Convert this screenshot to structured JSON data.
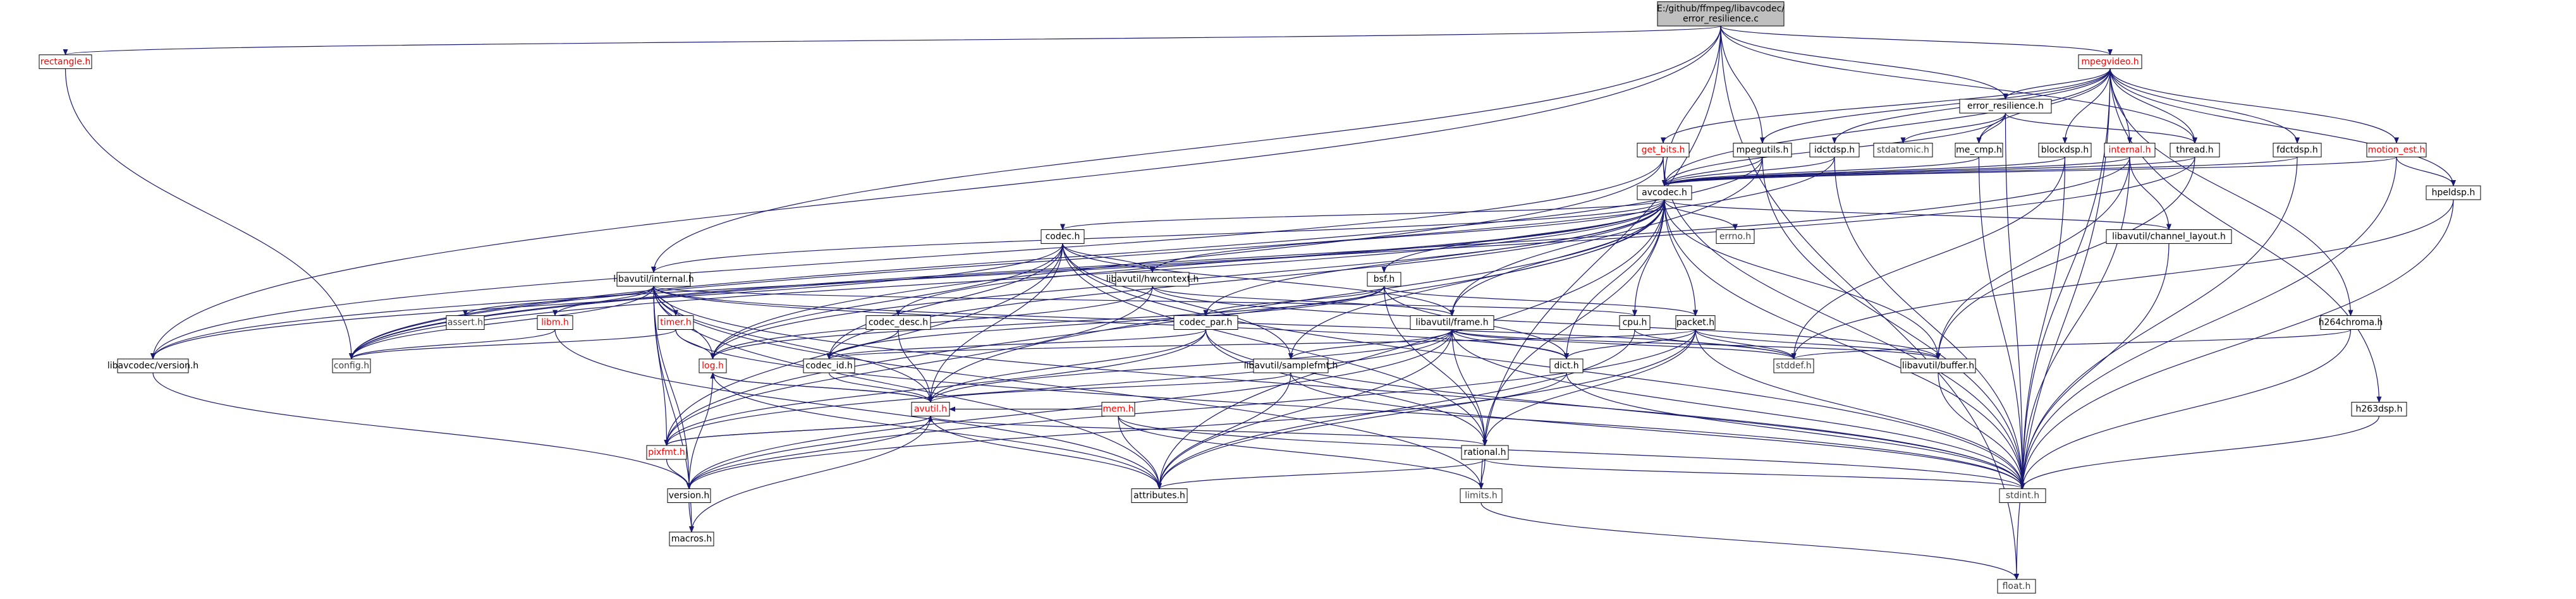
{
  "graph_title": "Include dependency graph for error_resilience.c",
  "colors": {
    "root_fill": "#bfbfbf",
    "node_fill": "#ffffff",
    "node_border": "#000000",
    "incomplete_border": "#ff0000",
    "edge": "#191970",
    "text_normal": "#000000",
    "text_incomplete": "#ff0000",
    "system_text": "#3f3f3f"
  },
  "nodes": [
    {
      "id": "root",
      "label": "E:/github/ffmpeg/libavcodec/error_resilience.c",
      "style": "root"
    },
    {
      "id": "rectangle",
      "label": "rectangle.h",
      "style": "incomplete"
    },
    {
      "id": "mpegvideo",
      "label": "mpegvideo.h",
      "style": "incomplete"
    },
    {
      "id": "error_res_h",
      "label": "error_resilience.h",
      "style": "normal"
    },
    {
      "id": "get_bits",
      "label": "get_bits.h",
      "style": "incomplete"
    },
    {
      "id": "mpegutils",
      "label": "mpegutils.h",
      "style": "normal"
    },
    {
      "id": "idctdsp",
      "label": "idctdsp.h",
      "style": "normal"
    },
    {
      "id": "stdatomic",
      "label": "stdatomic.h",
      "style": "system"
    },
    {
      "id": "me_cmp",
      "label": "me_cmp.h",
      "style": "normal"
    },
    {
      "id": "blockdsp",
      "label": "blockdsp.h",
      "style": "normal"
    },
    {
      "id": "internal",
      "label": "internal.h",
      "style": "incomplete"
    },
    {
      "id": "thread",
      "label": "thread.h",
      "style": "normal"
    },
    {
      "id": "fdctdsp",
      "label": "fdctdsp.h",
      "style": "normal"
    },
    {
      "id": "motion_est",
      "label": "motion_est.h",
      "style": "incomplete"
    },
    {
      "id": "hpeldsp",
      "label": "hpeldsp.h",
      "style": "normal"
    },
    {
      "id": "avcodec",
      "label": "avcodec.h",
      "style": "normal"
    },
    {
      "id": "codec",
      "label": "codec.h",
      "style": "normal"
    },
    {
      "id": "errno",
      "label": "errno.h",
      "style": "system"
    },
    {
      "id": "channel_layout",
      "label": "libavutil/channel_layout.h",
      "style": "normal"
    },
    {
      "id": "lavu_internal",
      "label": "libavutil/internal.h",
      "style": "normal"
    },
    {
      "id": "hwcontext",
      "label": "libavutil/hwcontext.h",
      "style": "normal"
    },
    {
      "id": "bsf",
      "label": "bsf.h",
      "style": "normal"
    },
    {
      "id": "assert",
      "label": "assert.h",
      "style": "system"
    },
    {
      "id": "libm",
      "label": "libm.h",
      "style": "incomplete"
    },
    {
      "id": "timer",
      "label": "timer.h",
      "style": "incomplete"
    },
    {
      "id": "codec_desc",
      "label": "codec_desc.h",
      "style": "normal"
    },
    {
      "id": "codec_par",
      "label": "codec_par.h",
      "style": "normal"
    },
    {
      "id": "frame",
      "label": "libavutil/frame.h",
      "style": "normal"
    },
    {
      "id": "cpu",
      "label": "cpu.h",
      "style": "normal"
    },
    {
      "id": "packet",
      "label": "packet.h",
      "style": "normal"
    },
    {
      "id": "h264chroma",
      "label": "h264chroma.h",
      "style": "normal"
    },
    {
      "id": "lavc_version",
      "label": "libavcodec/version.h",
      "style": "normal"
    },
    {
      "id": "config",
      "label": "config.h",
      "style": "system"
    },
    {
      "id": "log",
      "label": "log.h",
      "style": "incomplete"
    },
    {
      "id": "codec_id",
      "label": "codec_id.h",
      "style": "normal"
    },
    {
      "id": "samplefmt",
      "label": "libavutil/samplefmt.h",
      "style": "normal"
    },
    {
      "id": "mem",
      "label": "mem.h",
      "style": "incomplete"
    },
    {
      "id": "dict",
      "label": "dict.h",
      "style": "normal"
    },
    {
      "id": "stddef",
      "label": "stddef.h",
      "style": "system"
    },
    {
      "id": "buffer",
      "label": "libavutil/buffer.h",
      "style": "normal"
    },
    {
      "id": "avutil",
      "label": "avutil.h",
      "style": "incomplete"
    },
    {
      "id": "h263dsp",
      "label": "h263dsp.h",
      "style": "normal"
    },
    {
      "id": "pixfmt",
      "label": "pixfmt.h",
      "style": "incomplete"
    },
    {
      "id": "rational",
      "label": "rational.h",
      "style": "normal"
    },
    {
      "id": "version",
      "label": "version.h",
      "style": "normal"
    },
    {
      "id": "attributes",
      "label": "attributes.h",
      "style": "normal"
    },
    {
      "id": "limits",
      "label": "limits.h",
      "style": "system"
    },
    {
      "id": "stdint",
      "label": "stdint.h",
      "style": "system"
    },
    {
      "id": "macros",
      "label": "macros.h",
      "style": "normal"
    },
    {
      "id": "float",
      "label": "float.h",
      "style": "system"
    }
  ],
  "edges": [
    [
      "root",
      "rectangle"
    ],
    [
      "root",
      "mpegvideo"
    ],
    [
      "root",
      "error_res_h"
    ],
    [
      "root",
      "mpegutils"
    ],
    [
      "root",
      "avcodec"
    ],
    [
      "root",
      "thread"
    ],
    [
      "root",
      "lavu_internal"
    ],
    [
      "root",
      "lavc_version"
    ],
    [
      "root",
      "limits"
    ],
    [
      "root",
      "float"
    ],
    [
      "rectangle",
      "config"
    ],
    [
      "mpegvideo",
      "get_bits"
    ],
    [
      "mpegvideo",
      "mpegutils"
    ],
    [
      "mpegvideo",
      "idctdsp"
    ],
    [
      "mpegvideo",
      "error_res_h"
    ],
    [
      "mpegvideo",
      "me_cmp"
    ],
    [
      "mpegvideo",
      "blockdsp"
    ],
    [
      "mpegvideo",
      "internal"
    ],
    [
      "mpegvideo",
      "thread"
    ],
    [
      "mpegvideo",
      "fdctdsp"
    ],
    [
      "mpegvideo",
      "motion_est"
    ],
    [
      "mpegvideo",
      "hpeldsp"
    ],
    [
      "mpegvideo",
      "h264chroma"
    ],
    [
      "mpegvideo",
      "h263dsp"
    ],
    [
      "mpegvideo",
      "stdint"
    ],
    [
      "mpegvideo",
      "float"
    ],
    [
      "mpegvideo",
      "avcodec"
    ],
    [
      "error_res_h",
      "stdatomic"
    ],
    [
      "error_res_h",
      "me_cmp"
    ],
    [
      "error_res_h",
      "thread"
    ],
    [
      "error_res_h",
      "avcodec"
    ],
    [
      "error_res_h",
      "stdint"
    ],
    [
      "get_bits",
      "avcodec"
    ],
    [
      "get_bits",
      "stdint"
    ],
    [
      "get_bits",
      "lavc_version"
    ],
    [
      "get_bits",
      "log"
    ],
    [
      "mpegutils",
      "avcodec"
    ],
    [
      "mpegutils",
      "stdint"
    ],
    [
      "mpegutils",
      "frame"
    ],
    [
      "mpegutils",
      "config"
    ],
    [
      "idctdsp",
      "avcodec"
    ],
    [
      "idctdsp",
      "stdint"
    ],
    [
      "idctdsp",
      "config"
    ],
    [
      "me_cmp",
      "avcodec"
    ],
    [
      "me_cmp",
      "stdint"
    ],
    [
      "blockdsp",
      "avcodec"
    ],
    [
      "blockdsp",
      "stdint"
    ],
    [
      "blockdsp",
      "stddef"
    ],
    [
      "internal",
      "avcodec"
    ],
    [
      "internal",
      "stdint"
    ],
    [
      "internal",
      "buffer"
    ],
    [
      "internal",
      "channel_layout"
    ],
    [
      "internal",
      "config"
    ],
    [
      "thread",
      "avcodec"
    ],
    [
      "thread",
      "buffer"
    ],
    [
      "thread",
      "config"
    ],
    [
      "fdctdsp",
      "avcodec"
    ],
    [
      "fdctdsp",
      "stdint"
    ],
    [
      "motion_est",
      "avcodec"
    ],
    [
      "motion_est",
      "hpeldsp"
    ],
    [
      "motion_est",
      "stdint"
    ],
    [
      "hpeldsp",
      "stdint"
    ],
    [
      "hpeldsp",
      "stddef"
    ],
    [
      "h264chroma",
      "stdint"
    ],
    [
      "h264chroma",
      "stddef"
    ],
    [
      "h263dsp",
      "stdint"
    ],
    [
      "avcodec",
      "errno"
    ],
    [
      "avcodec",
      "codec"
    ],
    [
      "avcodec",
      "channel_layout"
    ],
    [
      "avcodec",
      "lavu_internal"
    ],
    [
      "avcodec",
      "hwcontext"
    ],
    [
      "avcodec",
      "bsf"
    ],
    [
      "avcodec",
      "codec_desc"
    ],
    [
      "avcodec",
      "codec_par"
    ],
    [
      "avcodec",
      "frame"
    ],
    [
      "avcodec",
      "cpu"
    ],
    [
      "avcodec",
      "packet"
    ],
    [
      "avcodec",
      "lavc_version"
    ],
    [
      "avcodec",
      "log"
    ],
    [
      "avcodec",
      "codec_id"
    ],
    [
      "avcodec",
      "samplefmt"
    ],
    [
      "avcodec",
      "dict"
    ],
    [
      "avcodec",
      "buffer"
    ],
    [
      "avcodec",
      "avutil"
    ],
    [
      "avcodec",
      "pixfmt"
    ],
    [
      "avcodec",
      "rational"
    ],
    [
      "avcodec",
      "attributes"
    ],
    [
      "avcodec",
      "stdint"
    ],
    [
      "avcodec",
      "config"
    ],
    [
      "codec",
      "hwcontext"
    ],
    [
      "codec",
      "log"
    ],
    [
      "codec",
      "codec_id"
    ],
    [
      "codec",
      "samplefmt"
    ],
    [
      "codec",
      "frame"
    ],
    [
      "codec",
      "pixfmt"
    ],
    [
      "codec",
      "rational"
    ],
    [
      "codec",
      "avutil"
    ],
    [
      "codec",
      "stdint"
    ],
    [
      "codec",
      "lavc_version"
    ],
    [
      "channel_layout",
      "stdint"
    ],
    [
      "lavu_internal",
      "assert"
    ],
    [
      "lavu_internal",
      "libm"
    ],
    [
      "lavu_internal",
      "timer"
    ],
    [
      "lavu_internal",
      "config"
    ],
    [
      "lavu_internal",
      "log"
    ],
    [
      "lavu_internal",
      "cpu"
    ],
    [
      "lavu_internal",
      "dict"
    ],
    [
      "lavu_internal",
      "pixfmt"
    ],
    [
      "lavu_internal",
      "version"
    ],
    [
      "lavu_internal",
      "attributes"
    ],
    [
      "lavu_internal",
      "macros"
    ],
    [
      "lavu_internal",
      "stdint"
    ],
    [
      "lavu_internal",
      "limits"
    ],
    [
      "lavu_internal",
      "stddef"
    ],
    [
      "lavu_internal",
      "avutil"
    ],
    [
      "hwcontext",
      "buffer"
    ],
    [
      "hwcontext",
      "frame"
    ],
    [
      "hwcontext",
      "log"
    ],
    [
      "hwcontext",
      "pixfmt"
    ],
    [
      "bsf",
      "codec_id"
    ],
    [
      "bsf",
      "codec_par"
    ],
    [
      "bsf",
      "dict"
    ],
    [
      "bsf",
      "log"
    ],
    [
      "bsf",
      "packet"
    ],
    [
      "bsf",
      "rational"
    ],
    [
      "libm",
      "config"
    ],
    [
      "libm",
      "attributes"
    ],
    [
      "timer",
      "config"
    ],
    [
      "timer",
      "log"
    ],
    [
      "timer",
      "stdint"
    ],
    [
      "codec_desc",
      "codec_id"
    ],
    [
      "codec_desc",
      "avutil"
    ],
    [
      "codec_par",
      "codec_id"
    ],
    [
      "codec_par",
      "avutil"
    ],
    [
      "codec_par",
      "pixfmt"
    ],
    [
      "codec_par",
      "rational"
    ],
    [
      "codec_par",
      "stdint"
    ],
    [
      "frame",
      "stddef"
    ],
    [
      "frame",
      "stdint"
    ],
    [
      "frame",
      "avutil"
    ],
    [
      "frame",
      "buffer"
    ],
    [
      "frame",
      "dict"
    ],
    [
      "frame",
      "rational"
    ],
    [
      "frame",
      "samplefmt"
    ],
    [
      "frame",
      "pixfmt"
    ],
    [
      "frame",
      "version"
    ],
    [
      "frame",
      "attributes"
    ],
    [
      "cpu",
      "attributes"
    ],
    [
      "cpu",
      "stddef"
    ],
    [
      "packet",
      "stddef"
    ],
    [
      "packet",
      "stdint"
    ],
    [
      "packet",
      "attributes"
    ],
    [
      "packet",
      "buffer"
    ],
    [
      "packet",
      "dict"
    ],
    [
      "packet",
      "rational"
    ],
    [
      "packet",
      "codec_id"
    ],
    [
      "packet",
      "version"
    ],
    [
      "lavc_version",
      "version"
    ],
    [
      "log",
      "avutil"
    ],
    [
      "log",
      "attributes"
    ],
    [
      "log",
      "version"
    ],
    [
      "codec_id",
      "avutil"
    ],
    [
      "samplefmt",
      "avutil"
    ],
    [
      "samplefmt",
      "attributes"
    ],
    [
      "samplefmt",
      "stdint"
    ],
    [
      "mem",
      "limits"
    ],
    [
      "mem",
      "stdint"
    ],
    [
      "mem",
      "attributes"
    ],
    [
      "mem",
      "avutil"
    ],
    [
      "dict",
      "stdint"
    ],
    [
      "dict",
      "version"
    ],
    [
      "buffer",
      "stdint"
    ],
    [
      "avutil",
      "attributes"
    ],
    [
      "avutil",
      "macros"
    ],
    [
      "avutil",
      "version"
    ],
    [
      "avutil",
      "rational"
    ],
    [
      "avutil",
      "pixfmt"
    ],
    [
      "avutil",
      "log"
    ],
    [
      "pixfmt",
      "avutil"
    ],
    [
      "pixfmt",
      "version"
    ],
    [
      "rational",
      "stdint"
    ],
    [
      "rational",
      "limits"
    ],
    [
      "rational",
      "attributes"
    ],
    [
      "version",
      "macros"
    ],
    [
      "limits",
      "float"
    ]
  ]
}
